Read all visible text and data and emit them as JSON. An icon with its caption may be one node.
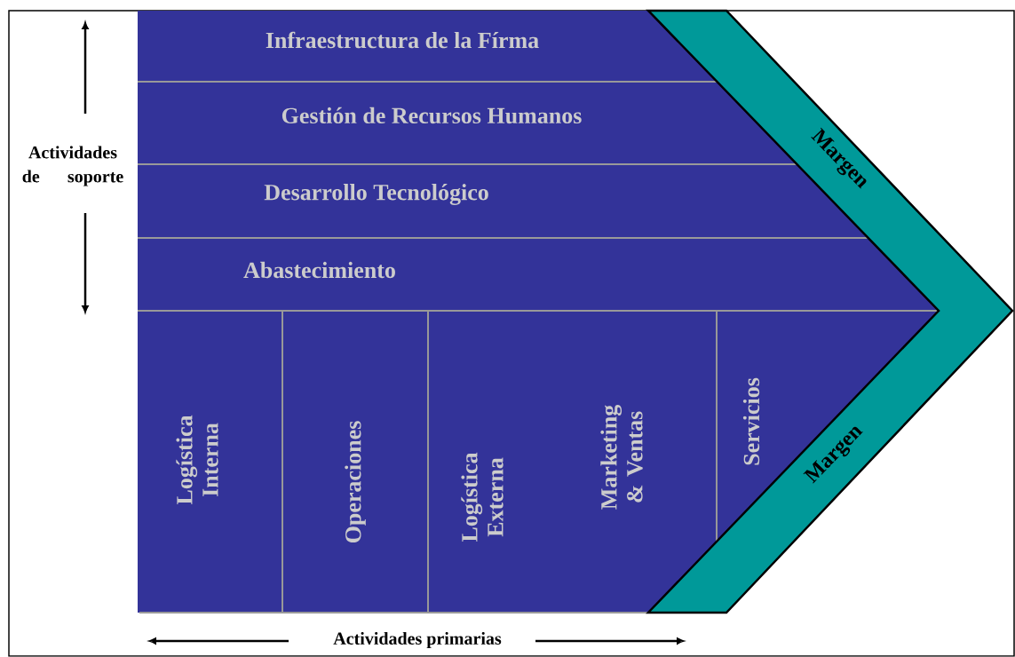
{
  "diagram": {
    "nodes": [
      {
        "text": [
          "Infraestructura de la Fírma"
        ]
      },
      {
        "text": [
          "Gestión de Recursos Humanos"
        ]
      },
      {
        "text": [
          "Desarrollo Tecnológico"
        ]
      },
      {
        "text": [
          "Abastecimiento"
        ]
      },
      {
        "text": [
          "Logística Interna"
        ]
      },
      {
        "text": [
          "Operaciones"
        ]
      },
      {
        "text": [
          "Logística Externa"
        ]
      },
      {
        "text": [
          "Marketing & Ventas"
        ]
      },
      {
        "text": [
          "Servicios"
        ]
      },
      {
        "text": [
          "Margen",
          "Margen"
        ]
      }
    ],
    "labels": [
      "Actividades de soporte",
      "Actividades primarias"
    ]
  }
}
